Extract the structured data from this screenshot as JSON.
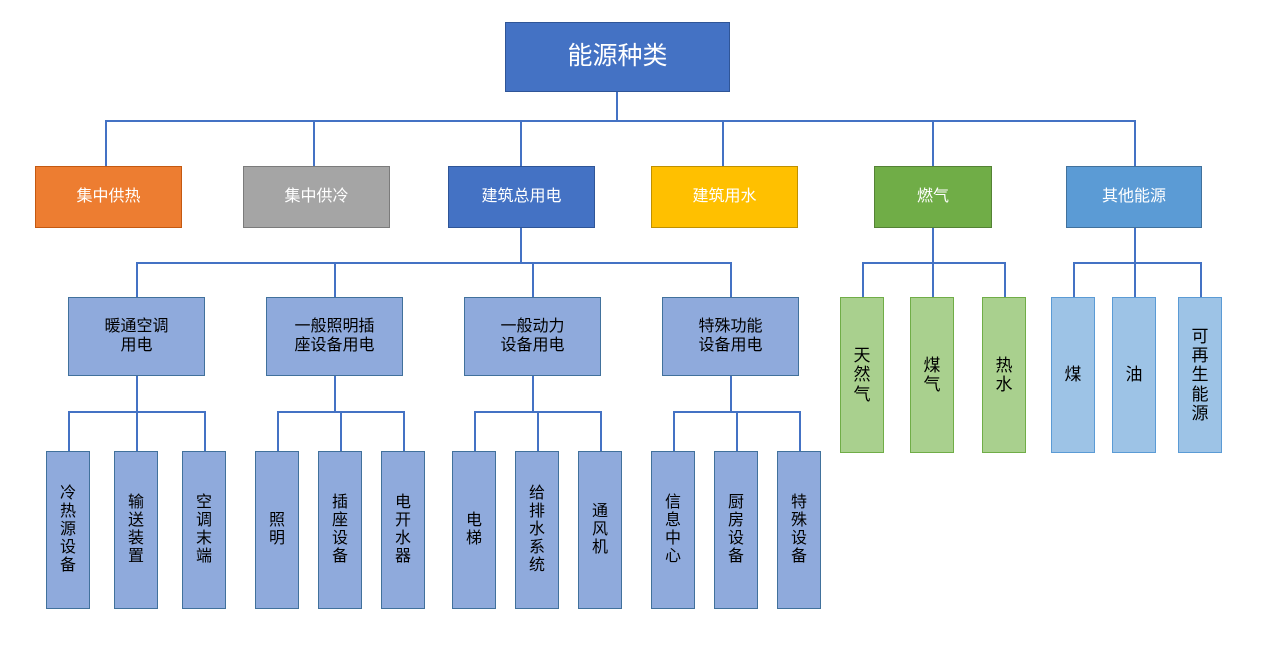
{
  "diagram": {
    "title": "能源种类",
    "type": "hierarchy-tree",
    "colors": {
      "root": "#4472C4",
      "district_heating": "#ED7D31",
      "district_cooling": "#A5A5A5",
      "building_electricity": "#4472C4",
      "building_water": "#FFC000",
      "gas": "#70AD47",
      "other_energy": "#5B9BD5",
      "level3": "#8FAADC",
      "level4": "#8FAADC",
      "gas_children": "#A9D08E",
      "other_children": "#9DC3E6",
      "connector": "#4472C4"
    },
    "root": {
      "label": "能源种类"
    },
    "level2": [
      {
        "label": "集中供热"
      },
      {
        "label": "集中供冷"
      },
      {
        "label": "建筑总用电"
      },
      {
        "label": "建筑用水"
      },
      {
        "label": "燃气"
      },
      {
        "label": "其他能源"
      }
    ],
    "electricity_children": [
      {
        "label": "暖通空调\n用电"
      },
      {
        "label": "一般照明插\n座设备用电"
      },
      {
        "label": "一般动力\n设备用电"
      },
      {
        "label": "特殊功能\n设备用电"
      }
    ],
    "hvac_children": [
      {
        "label": "冷\n热\n源\n设\n备"
      },
      {
        "label": "输\n送\n装\n置"
      },
      {
        "label": "空\n调\n末\n端"
      }
    ],
    "lighting_children": [
      {
        "label": "照\n明"
      },
      {
        "label": "插\n座\n设\n备"
      },
      {
        "label": "电\n开\n水\n器"
      }
    ],
    "power_children": [
      {
        "label": "电\n梯"
      },
      {
        "label": "给\n排\n水\n系\n统"
      },
      {
        "label": "通\n风\n机"
      }
    ],
    "special_children": [
      {
        "label": "信\n息\n中\n心"
      },
      {
        "label": "厨\n房\n设\n备"
      },
      {
        "label": "特\n殊\n设\n备"
      }
    ],
    "gas_children": [
      {
        "label": "天\n然\n气"
      },
      {
        "label": "煤\n气"
      },
      {
        "label": "热\n水"
      }
    ],
    "other_children": [
      {
        "label": "煤"
      },
      {
        "label": "油"
      },
      {
        "label": "可\n再\n生\n能\n源"
      }
    ]
  }
}
